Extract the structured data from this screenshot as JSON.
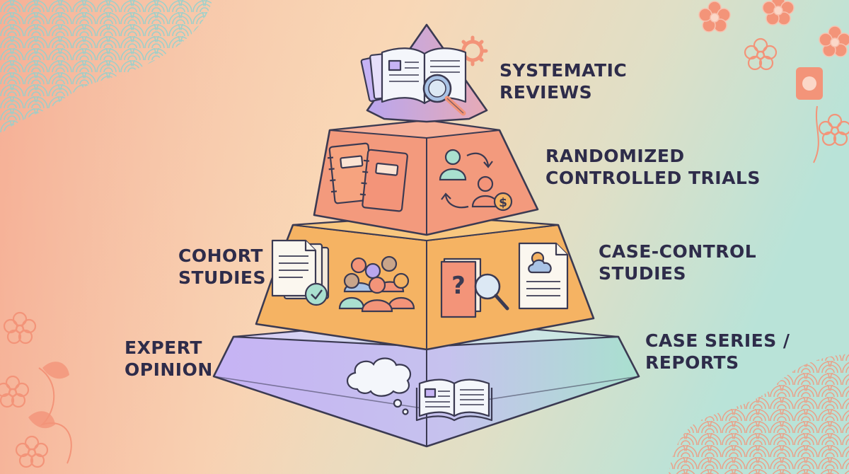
{
  "colors": {
    "ink": "#3b3a52",
    "tier1_left": "#b9a6ee",
    "tier1_right": "#e7aab6",
    "tier2": "#f39a7d",
    "tier3": "#f5b363",
    "tier4_left": "#c6b3f4",
    "tier4_right": "#a9e0cf",
    "background_left": "#f6c3a6",
    "background_right": "#b9e3d8",
    "accent_coral": "#f39479",
    "accent_teal": "#8fd1cf"
  },
  "icons": {
    "tier1": [
      "open-book-icon",
      "magnifier-icon",
      "gear-icon"
    ],
    "tier2": [
      "notebook-icon",
      "participant-icon",
      "arrow-icon",
      "dollar-coin-icon"
    ],
    "tier3": [
      "document-check-icon",
      "group-icon",
      "question-book-icon",
      "magnifier-icon",
      "report-icon"
    ],
    "tier4": [
      "thought-cloud-icon",
      "open-book-icon"
    ]
  },
  "labels": {
    "systematic": [
      "SYSTEMATIC",
      "REVIEWS"
    ],
    "rct": [
      "RANDOMIZED",
      "CONTROLLED TRIALS"
    ],
    "cohort": [
      "COHORT",
      "STUDIES"
    ],
    "case_control": [
      "CASE-CONTROL",
      "STUDIES"
    ],
    "expert": [
      "EXPERT",
      "OPINION"
    ],
    "case_series": [
      "CASE SERIES /",
      "REPORTS"
    ]
  }
}
